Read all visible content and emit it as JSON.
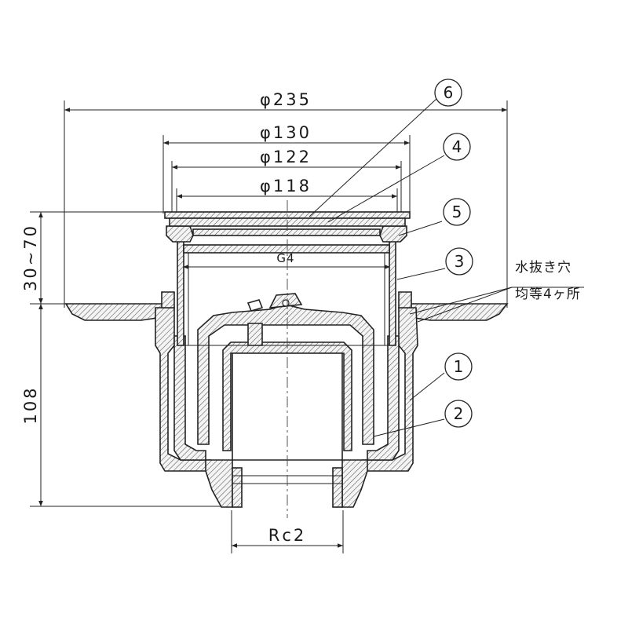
{
  "dimensions": {
    "d235": "φ235",
    "d130": "φ130",
    "d122": "φ122",
    "d118": "φ118",
    "g4": "G4",
    "rc2": "Rc2",
    "h30_70": "30~70",
    "h108": "108"
  },
  "callouts": [
    "6",
    "4",
    "5",
    "3",
    "1",
    "2"
  ],
  "note": {
    "line1": "水抜き穴",
    "line2": "均等4ヶ所"
  }
}
